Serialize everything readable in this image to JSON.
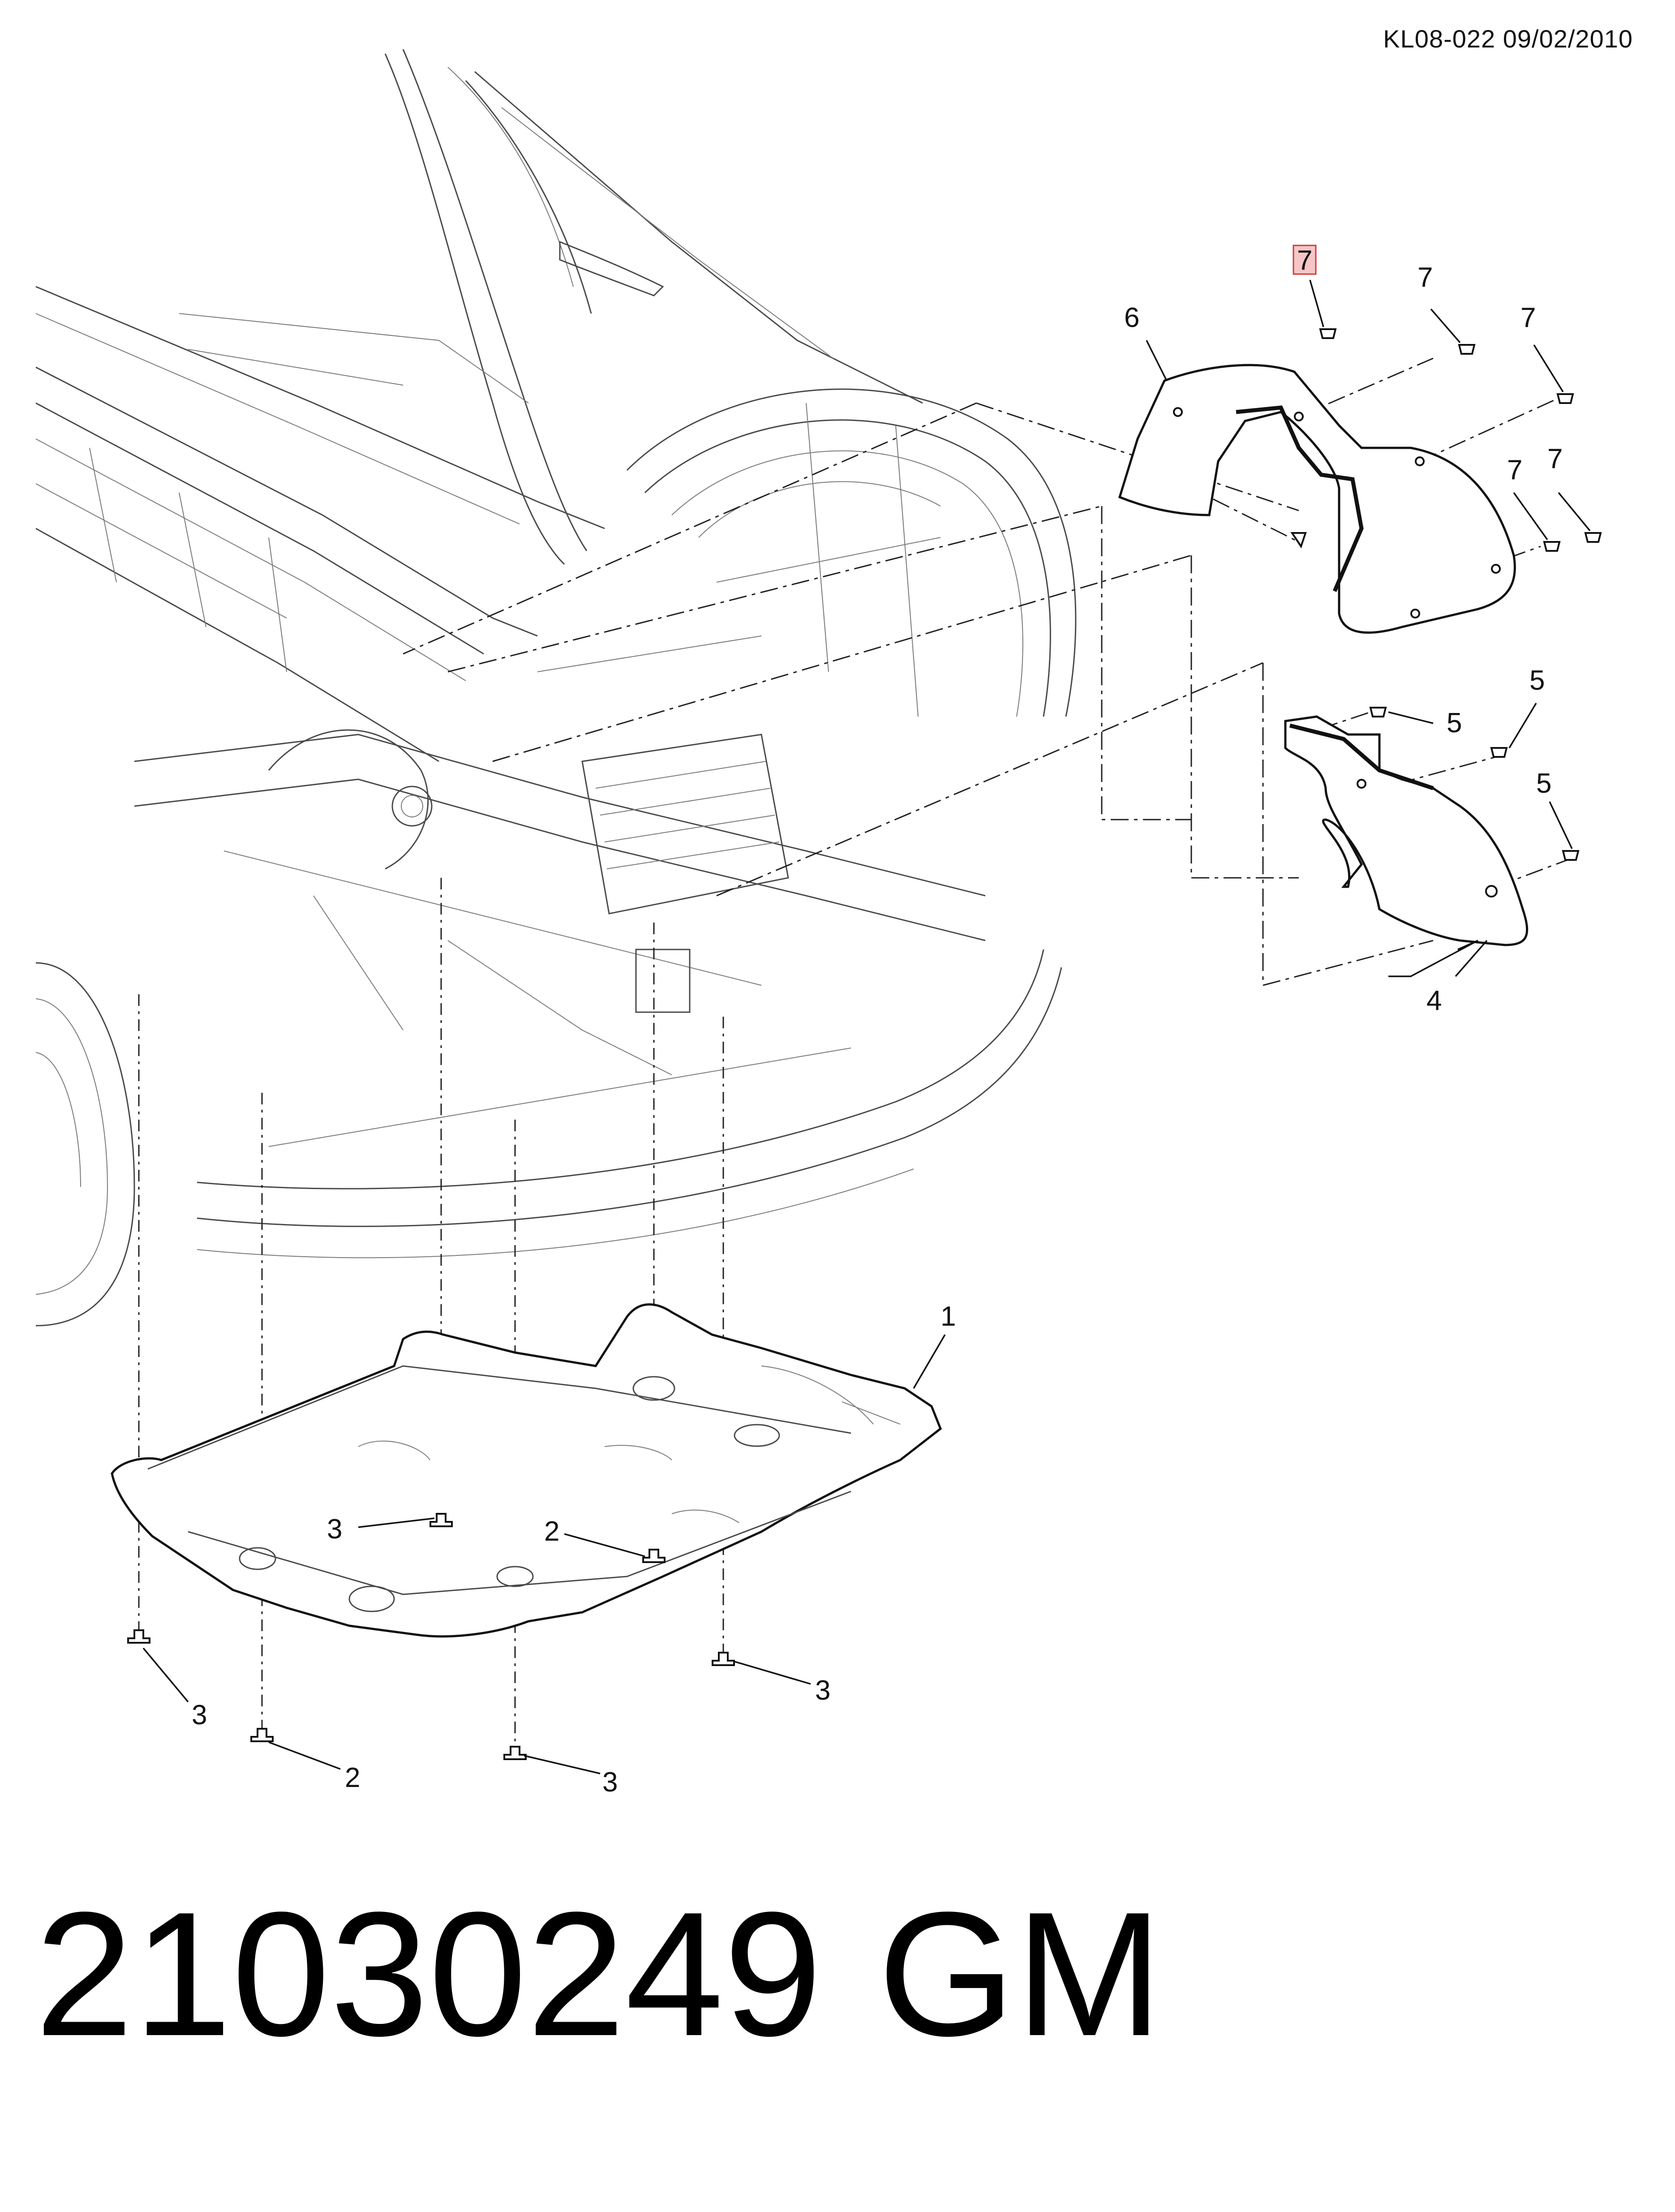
{
  "header": {
    "doc_ref": "KL08-022 09/02/2010"
  },
  "footer": {
    "part_number": "21030249",
    "brand": "GM"
  },
  "callouts": [
    {
      "id": "c7a",
      "label": "7",
      "highlighted": true
    },
    {
      "id": "c7b",
      "label": "7"
    },
    {
      "id": "c7c",
      "label": "7"
    },
    {
      "id": "c6",
      "label": "6"
    },
    {
      "id": "c7d",
      "label": "7"
    },
    {
      "id": "c7e",
      "label": "7"
    },
    {
      "id": "c5a",
      "label": "5"
    },
    {
      "id": "c5b",
      "label": "5"
    },
    {
      "id": "c5c",
      "label": "5"
    },
    {
      "id": "c4",
      "label": "4"
    },
    {
      "id": "c1",
      "label": "1"
    },
    {
      "id": "c3a",
      "label": "3"
    },
    {
      "id": "c2a",
      "label": "2"
    },
    {
      "id": "c3b",
      "label": "3"
    },
    {
      "id": "c3c",
      "label": "3"
    },
    {
      "id": "c2b",
      "label": "2"
    },
    {
      "id": "c3d",
      "label": "3"
    }
  ],
  "colors": {
    "line": "#111111",
    "highlight_fill": "#f6c6c6",
    "highlight_stroke": "#d03a3a"
  }
}
